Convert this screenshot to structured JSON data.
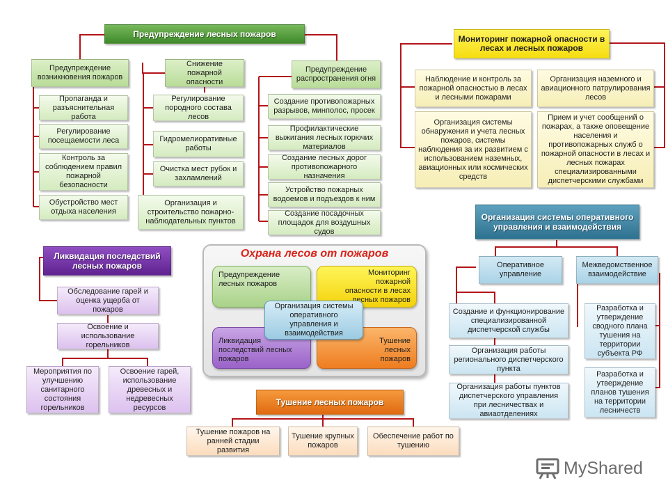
{
  "center": {
    "title": "Охрана лесов от пожаров",
    "prevention": "Предупреждение лесных пожаров",
    "monitoring": "Мониторинг пожарной опасности в лесах лесных пожаров",
    "organization": "Организация системы оперативного управления и взаимодействия",
    "liquidation": "Ликвидация последствий лесных пожаров",
    "extinguishing": "Тушение лесных пожаров"
  },
  "prevention": {
    "header": "Предупреждение лесных пожаров",
    "col1": {
      "title": "Предупреждение возникновения пожаров",
      "items": [
        "Пропаганда и разъяснительная работа",
        "Регулирование посещаемости леса",
        "Контроль за соблюдением правил пожарной безопасности",
        "Обустройство мест отдыха населения"
      ]
    },
    "col2": {
      "title": "Снижение пожарной опасности",
      "items": [
        "Регулирование породного состава лесов",
        "Гидромелиоративные работы",
        "Очистка мест рубок и захламлений",
        "Организация и строительство пожарно-наблюдательных пунктов"
      ]
    },
    "col3": {
      "title": "Предупреждение распространения огня",
      "items": [
        "Создание противопожарных разрывов, минполос, просек",
        "Профилактические выжигания лесных горючих материалов",
        "Создание лесных дорог противопожарного назначения",
        "Устройство пожарных водоемов и подъездов к ним",
        "Создание посадочных площадок для воздушных судов"
      ]
    }
  },
  "monitoring": {
    "header": "Мониторинг пожарной опасности в лесах и лесных пожаров",
    "items": [
      "Наблюдение и контроль за пожарной опасностью в лесах и лесными пожарами",
      "Организация наземного и авиационного патрулирования лесов",
      "Организация системы обнаружения и учета лесных пожаров, системы наблюдения за их развитием с использованием наземных, авиационных или космических средств",
      "Прием и учет сообщений о пожарах, а также оповещение населения и противопожарных служб о пожарной опасности в лесах и лесных пожарах специализированными диспетчерскими службами"
    ]
  },
  "organization": {
    "header": "Организация системы оперативного управления и взаимодействия",
    "left": {
      "title": "Оперативное управление",
      "items": [
        "Создание и функционирование специализированной диспетчерской службы",
        "Организация работы регионального диспетчерского пункта",
        "Организация работы пунктов диспетчерского управления при лесничествах и авиаотделениях"
      ]
    },
    "right": {
      "title": "Межведомственное взаимодействие",
      "items": [
        "Разработка и утверждение сводного плана тушения на территории субъекта РФ",
        "Разработка и утверждение планов тушения на территории лесничеств"
      ]
    }
  },
  "liquidation": {
    "header": "Ликвидация последствий лесных пожаров",
    "items": [
      "Обследование гарей и оценка ущерба от пожаров",
      "Освоение и использование горельников"
    ],
    "sub_items": [
      "Мероприятия по улучшению санитарного состояния горельников",
      "Освоение гарей, использование древесных и недревесных ресурсов"
    ]
  },
  "extinguishing": {
    "header": "Тушение лесных пожаров",
    "items": [
      "Тушение пожаров на ранней стадии развития",
      "Тушение крупных пожаров",
      "Обеспечение работ по тушению"
    ]
  },
  "logo": {
    "text": "MyShared"
  },
  "colors": {
    "connector": "#b3141a",
    "prevention": "#4f9a35",
    "monitoring": "#f6e21b",
    "organization": "#3e86a6",
    "liquidation": "#6f2fa0",
    "extinguishing": "#ec7a1f"
  }
}
